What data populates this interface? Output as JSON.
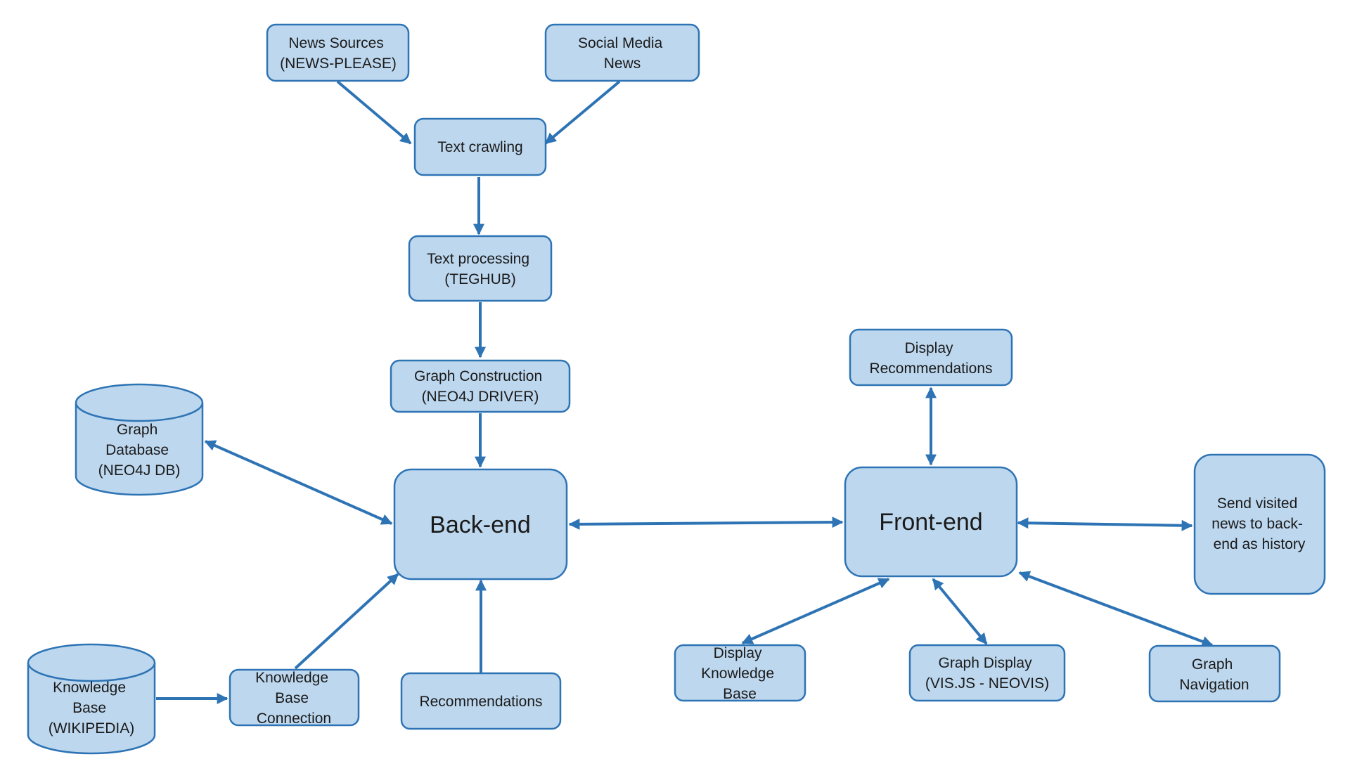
{
  "diagram": {
    "nodes": {
      "news_sources": [
        "News Sources",
        "(NEWS-PLEASE)"
      ],
      "social_media": [
        "Social Media",
        "News"
      ],
      "text_crawling": [
        "Text crawling"
      ],
      "text_processing": [
        "Text processing",
        "(TEGHUB)"
      ],
      "graph_construction": [
        "Graph Construction",
        "(NEO4J DRIVER)"
      ],
      "graph_database": [
        "Graph",
        "Database",
        "(NEO4J DB)"
      ],
      "back_end": [
        "Back-end"
      ],
      "front_end": [
        "Front-end"
      ],
      "display_recommendations": [
        "Display",
        "Recommendations"
      ],
      "send_visited": [
        "Send visited",
        "news to back-",
        "end as history"
      ],
      "knowledge_base": [
        "Knowledge",
        "Base",
        "(WIKIPEDIA)"
      ],
      "kb_connection": [
        "Knowledge",
        "Base",
        "Connection"
      ],
      "recommendations": [
        "Recommendations"
      ],
      "display_kb": [
        "Display",
        "Knowledge",
        "Base"
      ],
      "graph_display": [
        "Graph Display",
        "(VIS.JS - NEOVIS)"
      ],
      "graph_navigation": [
        "Graph",
        "Navigation"
      ]
    },
    "edges": [
      {
        "from": "news_sources",
        "to": "text_crawling",
        "direction": "forward"
      },
      {
        "from": "social_media",
        "to": "text_crawling",
        "direction": "forward"
      },
      {
        "from": "text_crawling",
        "to": "text_processing",
        "direction": "forward"
      },
      {
        "from": "text_processing",
        "to": "graph_construction",
        "direction": "forward"
      },
      {
        "from": "graph_construction",
        "to": "back_end",
        "direction": "forward"
      },
      {
        "from": "graph_database",
        "to": "back_end",
        "direction": "both"
      },
      {
        "from": "knowledge_base",
        "to": "kb_connection",
        "direction": "forward"
      },
      {
        "from": "kb_connection",
        "to": "back_end",
        "direction": "forward"
      },
      {
        "from": "recommendations",
        "to": "back_end",
        "direction": "forward"
      },
      {
        "from": "back_end",
        "to": "front_end",
        "direction": "both"
      },
      {
        "from": "display_recommendations",
        "to": "front_end",
        "direction": "both"
      },
      {
        "from": "send_visited",
        "to": "front_end",
        "direction": "both"
      },
      {
        "from": "display_kb",
        "to": "front_end",
        "direction": "both"
      },
      {
        "from": "graph_display",
        "to": "front_end",
        "direction": "both"
      },
      {
        "from": "graph_navigation",
        "to": "front_end",
        "direction": "both"
      }
    ],
    "colors": {
      "node_fill": "#bdd7ee",
      "node_stroke": "#2e74b5",
      "edge": "#2e74b5",
      "text": "#1a1a1a"
    }
  }
}
